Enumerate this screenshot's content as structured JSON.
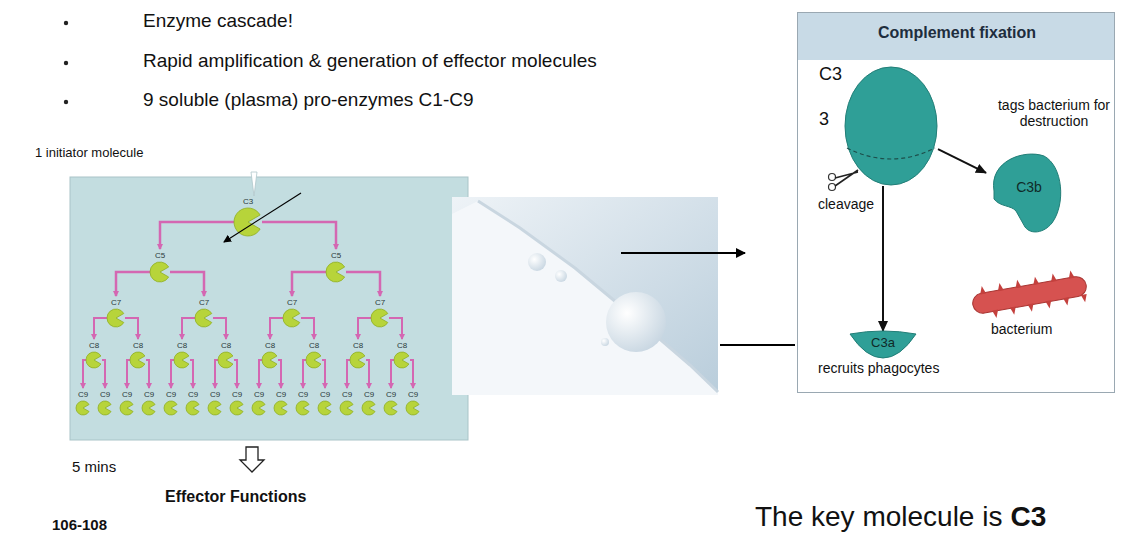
{
  "diagram": {
    "nodes": [
      {
        "text": [
          "Complement fixation"
        ]
      },
      {
        "text": [
          "C3",
          "3"
        ],
        "in": 0
      },
      {
        "text": [
          "C3b"
        ],
        "in": 0
      },
      {
        "text": [
          "bacterium"
        ],
        "in": 0
      },
      {
        "text": [
          "C3a"
        ],
        "in": 0
      }
    ],
    "edges": [
      {
        "from": 1,
        "to": 2,
        "arrow": "to"
      },
      {
        "from": 1,
        "to": 4,
        "arrow": "to"
      }
    ],
    "labels": [
      "Enzyme cascade!",
      "Rapid amplification & generation of effector molecules",
      "9 soluble (plasma) pro-enzymes C1-C9",
      "1 initiator molecule",
      "C3",
      "C5",
      "C5",
      "C7",
      "C7",
      "C7",
      "C7",
      "C8",
      "C8",
      "C8",
      "C8",
      "C8",
      "C8",
      "C8",
      "C8",
      "C9",
      "C9",
      "C9",
      "C9",
      "C9",
      "C9",
      "C9",
      "C9",
      "C9",
      "C9",
      "C9",
      "C9",
      "C9",
      "C9",
      "C9",
      "C9",
      "5 mins",
      "Effector Functions",
      "106-108",
      "tags bacterium for destruction",
      "cleavage",
      "recruits phagocytes",
      "The key molecule is",
      "C3"
    ]
  }
}
